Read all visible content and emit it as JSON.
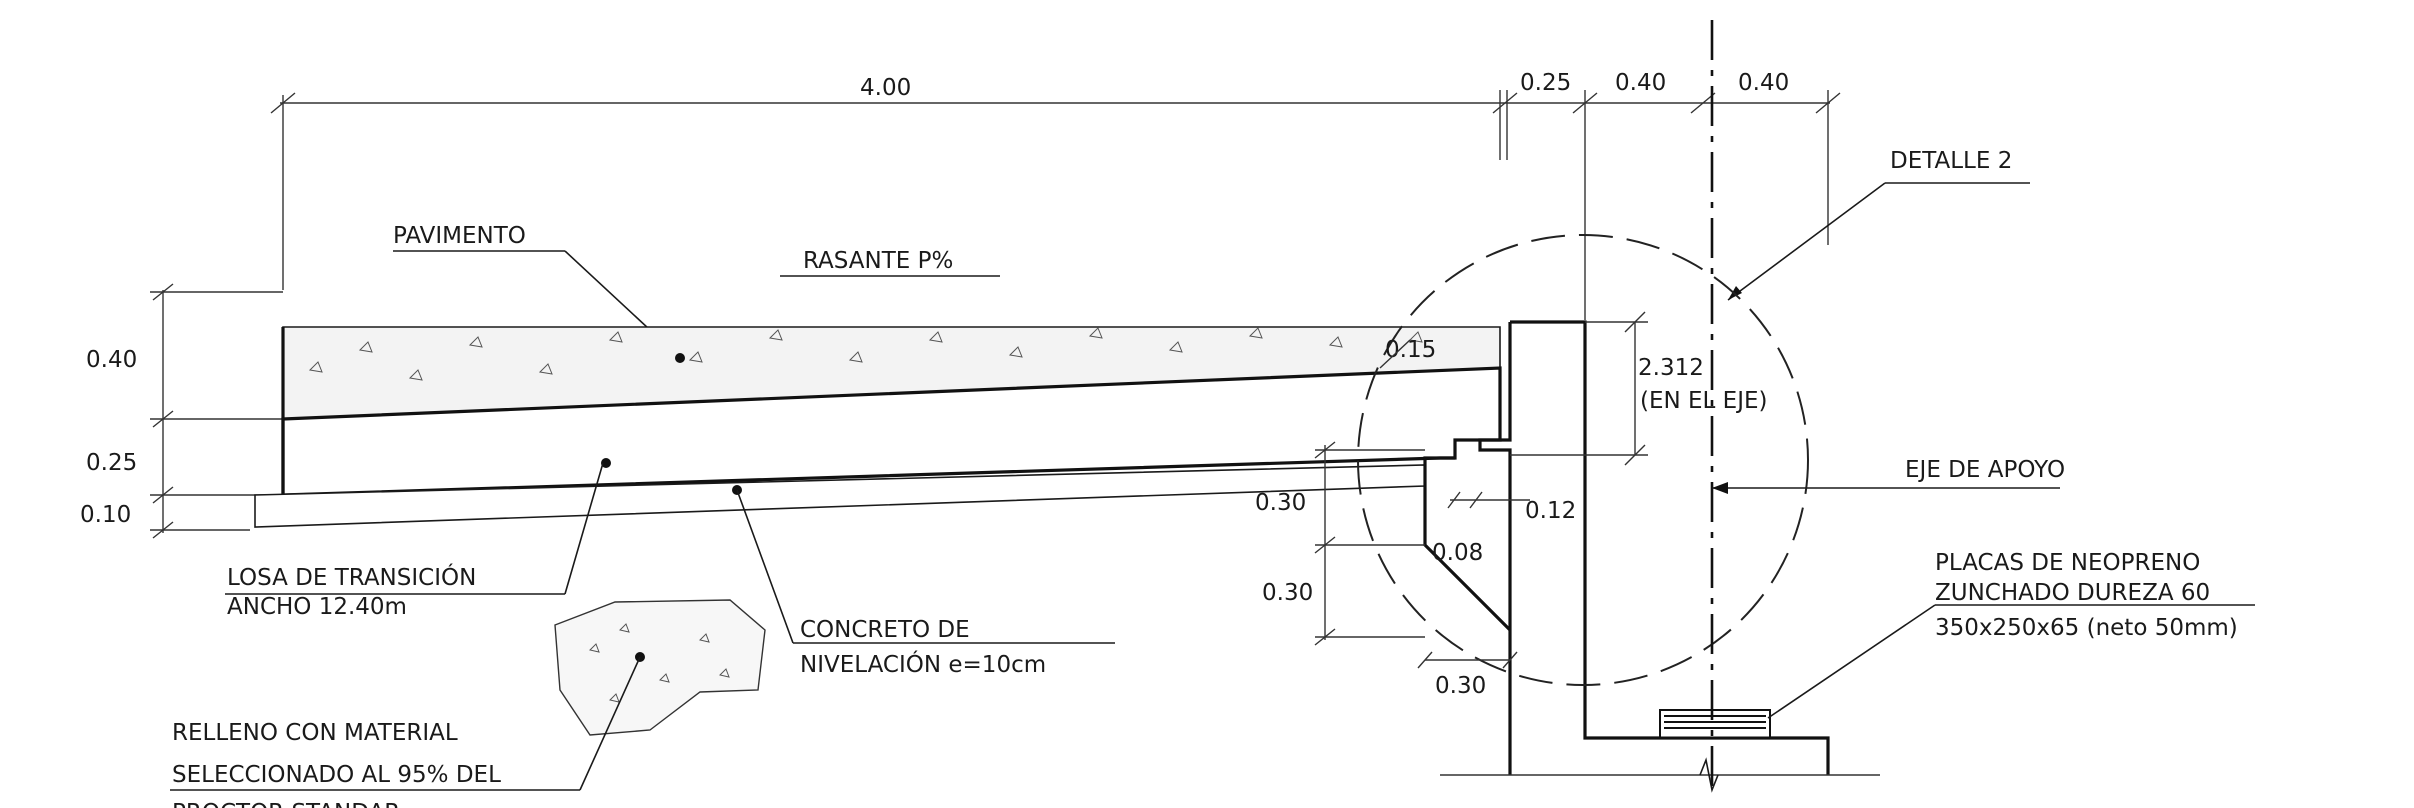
{
  "labels": {
    "dim_top_400": "4.00",
    "dim_top_025": "0.25",
    "dim_top_040a": "0.40",
    "dim_top_040b": "0.40",
    "detalle": "DETALLE 2",
    "pavimento": "PAVIMENTO",
    "rasante": "RASANTE P%",
    "dim_040_left": "0.40",
    "dim_025_left": "0.25",
    "dim_010_left": "0.10",
    "dim_015": "0.15",
    "dim_2312": "2.312",
    "en_el_eje": "(EN EL EJE)",
    "eje_de_apoyo": "EJE DE APOYO",
    "dim_030_a": "0.30",
    "dim_012": "0.12",
    "dim_008": "0.08",
    "dim_030_b": "0.30",
    "dim_030_c": "0.30",
    "losa_1": "LOSA DE TRANSICIÓN",
    "losa_2": "ANCHO 12.40m",
    "concreto_1": "CONCRETO DE",
    "concreto_2": "NIVELACIÓN e=10cm",
    "placas_1": "PLACAS DE NEOPRENO",
    "placas_2": "ZUNCHADO DUREZA 60",
    "placas_3": "350x250x65 (neto 50mm)",
    "relleno_1": "RELLENO CON MATERIAL",
    "relleno_2": "SELECCIONADO AL 95% DEL",
    "relleno_3": "PROCTOR STANDAR"
  }
}
